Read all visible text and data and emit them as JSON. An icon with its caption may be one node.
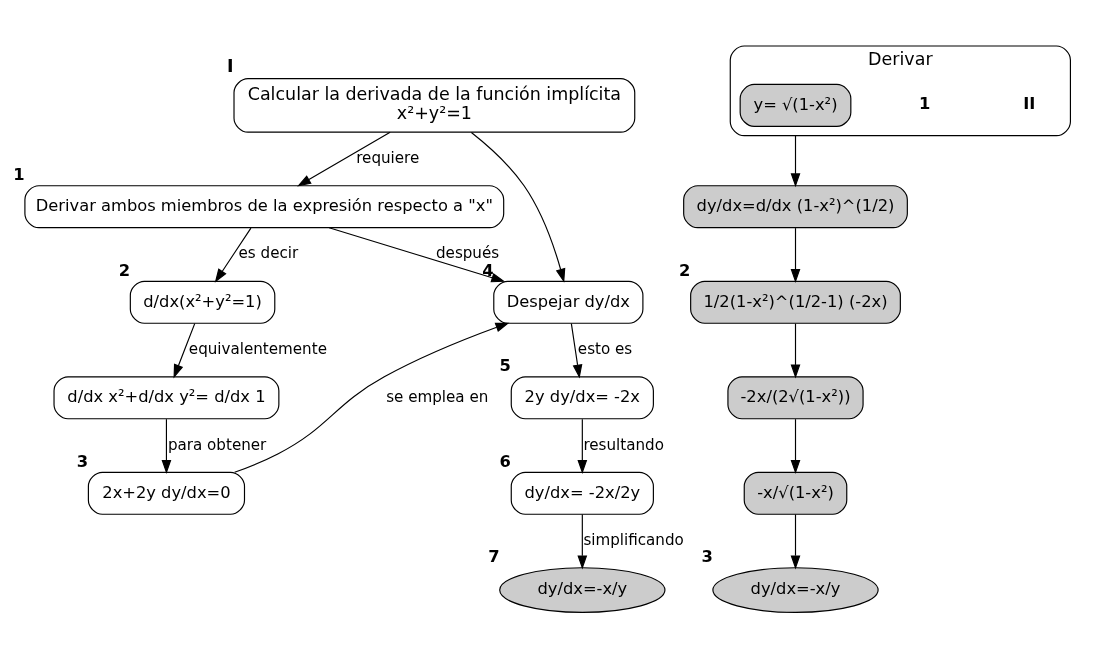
{
  "diagram": {
    "nodes": [
      {
        "text": [
          "Calcular la derivada de la función implícita",
          "x²+y²=1"
        ],
        "beside": [
          "I"
        ]
      },
      {
        "text": [
          "Derivar ambos miembros de la expresión respecto a \"x\""
        ],
        "beside": [
          "1"
        ]
      },
      {
        "text": [
          "Despejar dy/dx"
        ],
        "beside": [
          "4"
        ]
      },
      {
        "text": [
          "d/dx(x²+y²=1)"
        ],
        "beside": [
          "2"
        ]
      },
      {
        "text": [
          "d/dx x²+d/dx y²= d/dx 1"
        ]
      },
      {
        "text": [
          "2x+2y dy/dx=0"
        ],
        "beside": [
          "3"
        ]
      },
      {
        "text": [
          "2y dy/dx= -2x"
        ],
        "beside": [
          "5"
        ]
      },
      {
        "text": [
          "dy/dx= -2x/2y"
        ],
        "beside": [
          "6"
        ]
      },
      {
        "text": [
          "dy/dx=-x/y"
        ],
        "beside": [
          "7"
        ]
      },
      {
        "text": [
          "Derivar"
        ],
        "beside": [
          "II",
          "1"
        ]
      },
      {
        "text": [
          "y= √(1-x²)"
        ],
        "in": 9
      },
      {
        "text": [
          "dy/dx=d/dx (1-x²)^(1/2)"
        ]
      },
      {
        "text": [
          "1/2(1-x²)^(1/2-1) (-2x)"
        ],
        "beside": [
          "2"
        ]
      },
      {
        "text": [
          "-2x/(2√(1-x²))"
        ]
      },
      {
        "text": [
          "-x/√(1-x²)"
        ]
      },
      {
        "text": [
          "dy/dx=-x/y"
        ],
        "beside": [
          "3"
        ]
      }
    ],
    "edges": [
      {
        "from": 0,
        "to": 1,
        "arrow": "to",
        "label": "requiere"
      },
      {
        "from": 0,
        "to": 2,
        "arrow": "to"
      },
      {
        "from": 1,
        "to": 2,
        "arrow": "to",
        "label": "después"
      },
      {
        "from": 1,
        "to": 3,
        "arrow": "to",
        "label": "es decir"
      },
      {
        "from": 3,
        "to": 4,
        "arrow": "to",
        "label": "equivalentemente"
      },
      {
        "from": 4,
        "to": 5,
        "arrow": "to",
        "label": "para obtener"
      },
      {
        "from": 5,
        "to": 2,
        "arrow": "to",
        "label": "se emplea en"
      },
      {
        "from": 2,
        "to": 6,
        "arrow": "to",
        "label": "esto es"
      },
      {
        "from": 6,
        "to": 7,
        "arrow": "to",
        "label": "resultando"
      },
      {
        "from": 7,
        "to": 8,
        "arrow": "to",
        "label": "simplificando"
      },
      {
        "from": 9,
        "to": 11,
        "arrow": "to"
      },
      {
        "from": 11,
        "to": 12,
        "arrow": "to"
      },
      {
        "from": 12,
        "to": 13,
        "arrow": "to"
      },
      {
        "from": 13,
        "to": 14,
        "arrow": "to"
      },
      {
        "from": 14,
        "to": 15,
        "arrow": "to"
      }
    ]
  }
}
